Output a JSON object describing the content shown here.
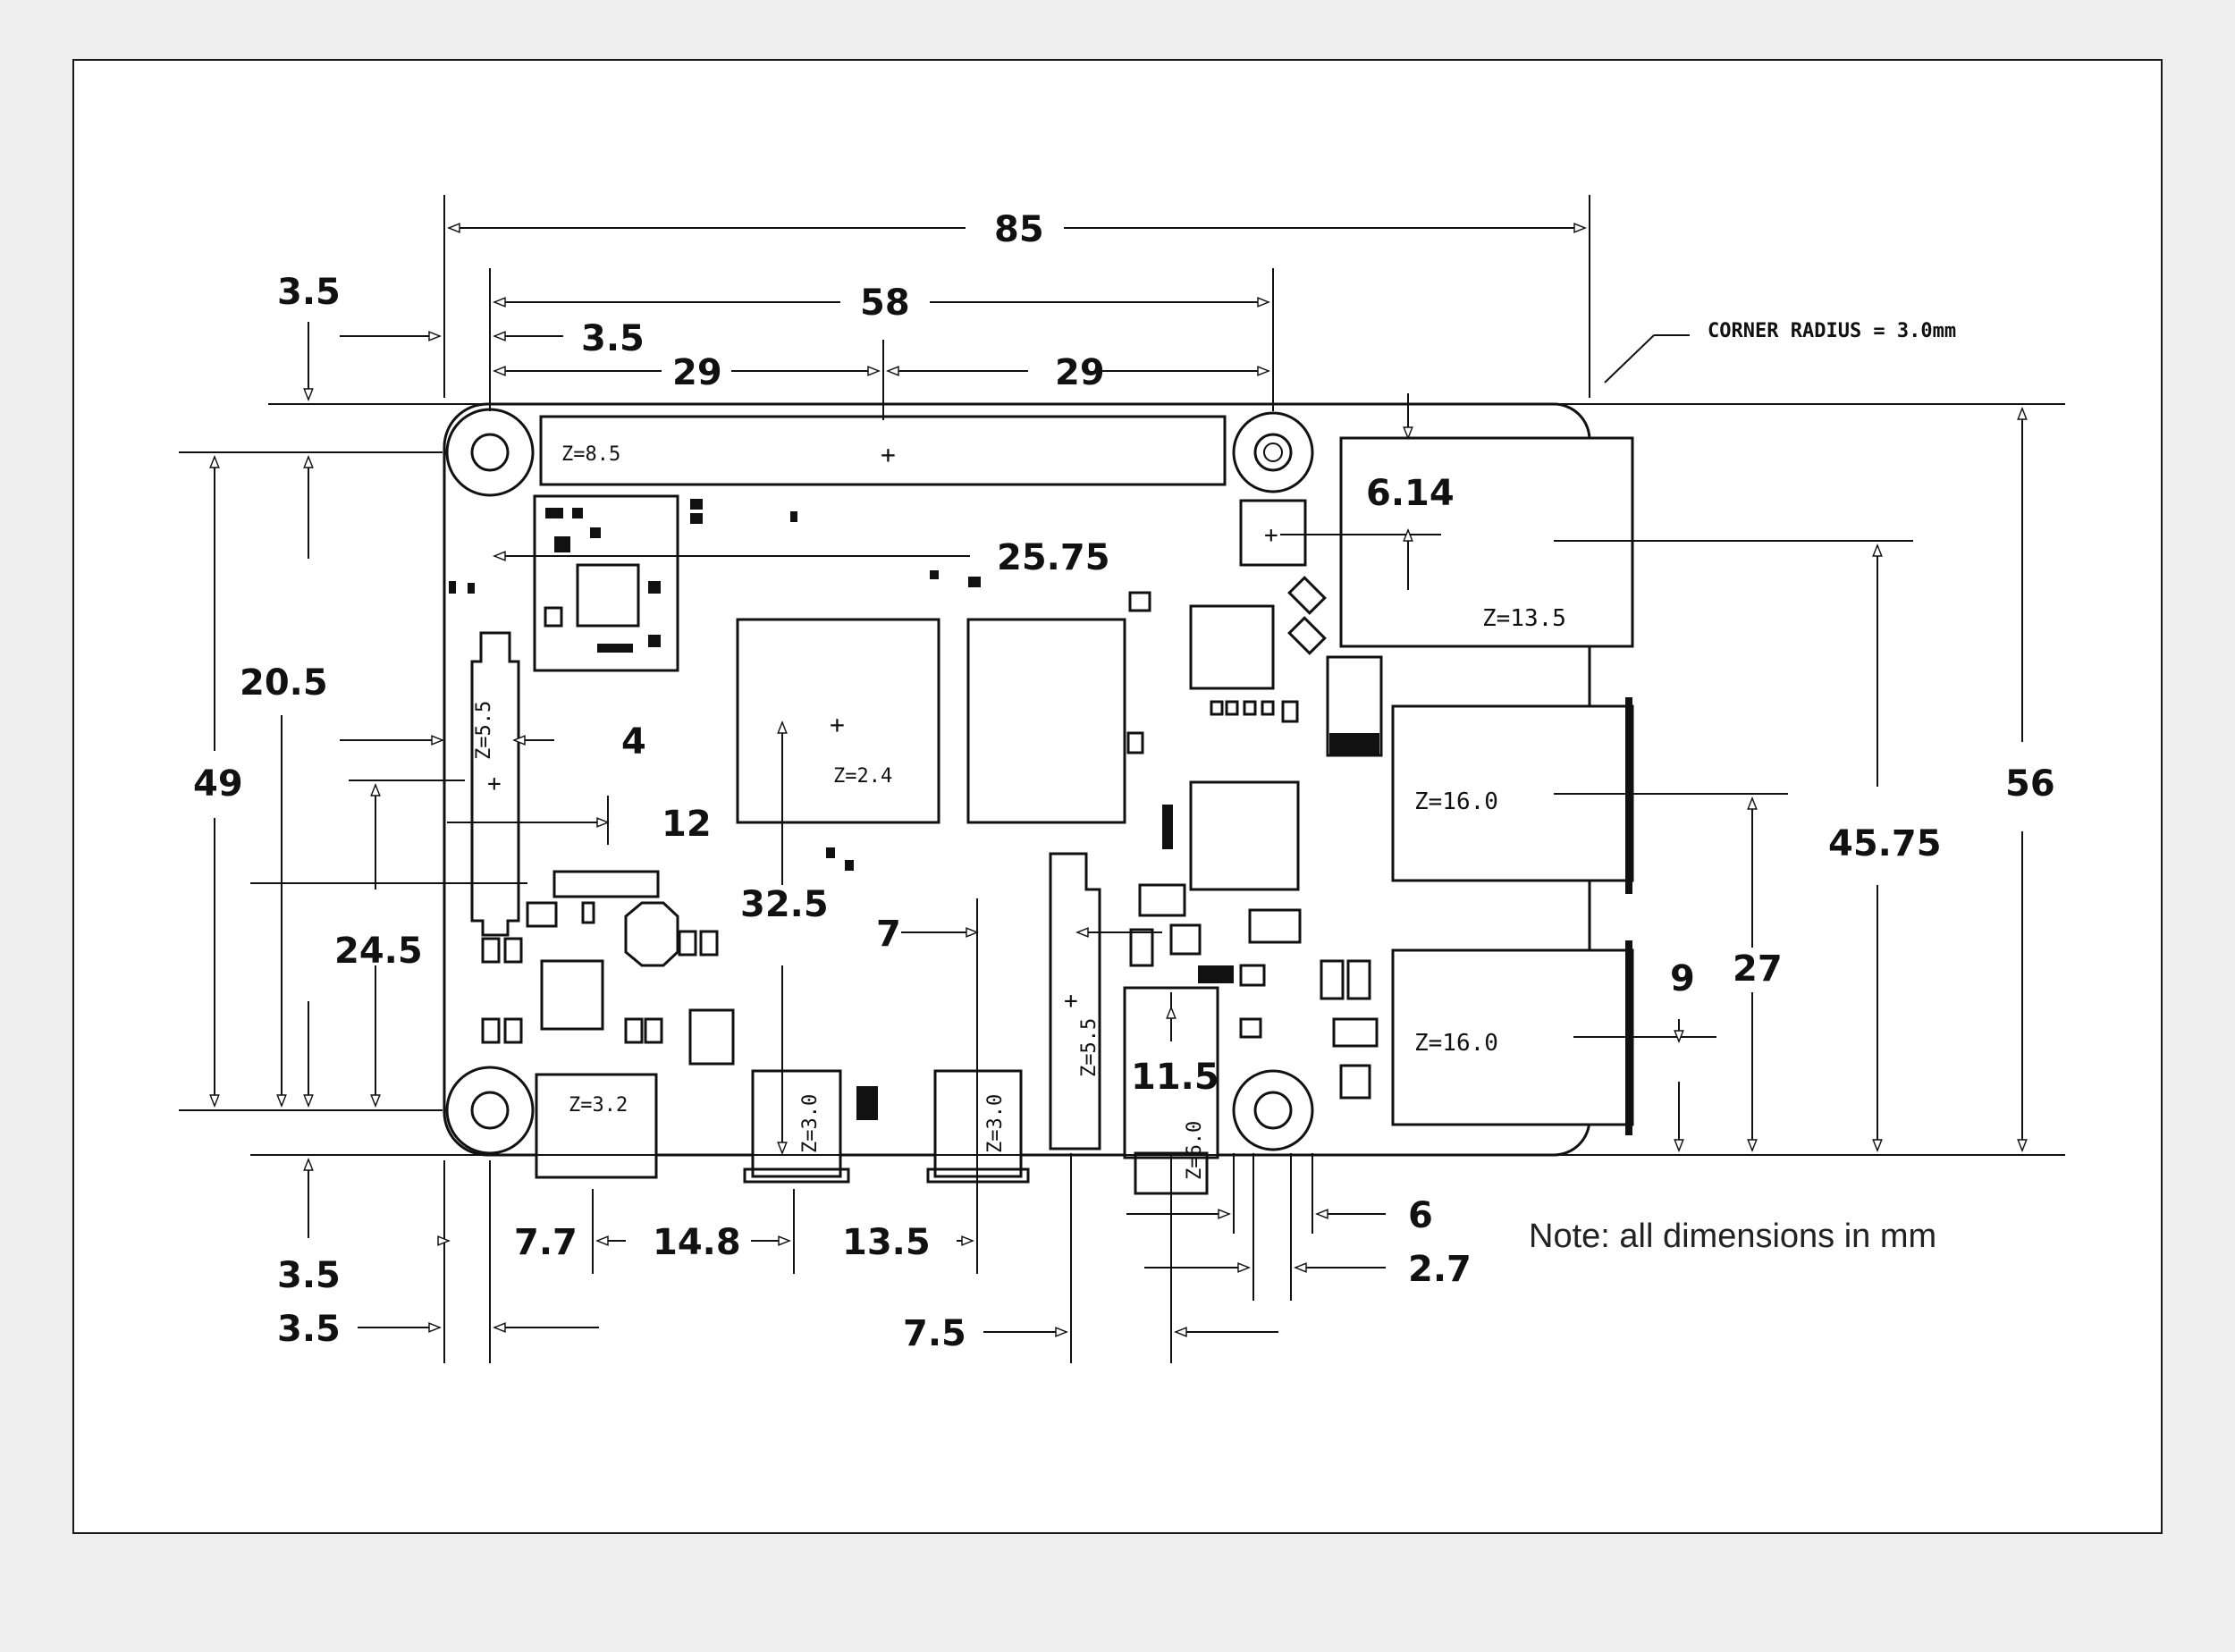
{
  "drawing": {
    "corner_note": "CORNER RADIUS = 3.0mm",
    "units_note": "Note: all dimensions in mm",
    "dims": {
      "overall_width": "85",
      "overall_height": "56",
      "hole_spacing_x": "58",
      "half_29_left": "29",
      "half_29_right": "29",
      "hole_offset_top_left": "3.5",
      "hole_offset_top_inner": "3.5",
      "hole_spacing_y": "49",
      "camera_offset": "20.5",
      "camera_x": "4",
      "camera_width": "12",
      "dsi_offset": "24.5",
      "soc_offset": "32.5",
      "wifi_x": "25.75",
      "poe_x": "6.14",
      "eth_y": "45.75",
      "usb_upper_y": "27",
      "usb_lower_y": "9",
      "hole_offset_bottom": "3.5",
      "hole_offset_bottom_x": "3.5",
      "usb_c_x": "7.7",
      "hdmi0_x": "14.8",
      "hdmi1_x": "13.5",
      "hdmi_gap": "7",
      "audio_x": "7.5",
      "audio_w": "11.5",
      "audio_y": "6",
      "audio_d": "2.7"
    },
    "z_labels": {
      "gpio": "Z=8.5",
      "soc": "Z=2.4",
      "ethernet": "Z=13.5",
      "usb_upper": "Z=16.0",
      "usb_lower": "Z=16.0",
      "usb_c": "Z=3.2",
      "hdmi0": "Z=3.0",
      "hdmi1": "Z=3.0",
      "dsi": "Z=5.5",
      "csi": "Z=5.5",
      "audio": "Z=6.0"
    }
  }
}
